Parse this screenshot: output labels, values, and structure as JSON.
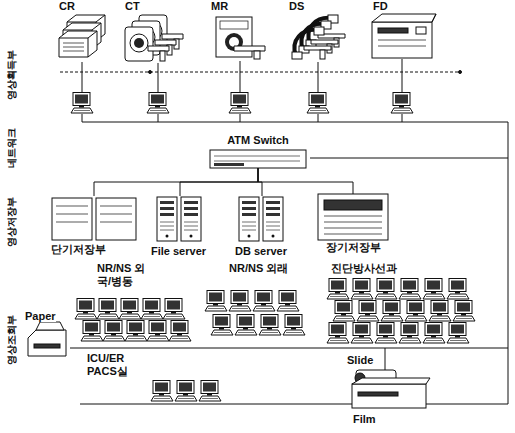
{
  "diagram": {
    "nodes": [
      {
        "text": [
          "CR"
        ]
      },
      {
        "text": [
          "CT"
        ]
      },
      {
        "text": [
          "MR"
        ]
      },
      {
        "text": [
          "DS"
        ]
      },
      {
        "text": [
          "FD"
        ]
      },
      {
        "text": [
          "ATM Switch"
        ]
      },
      {
        "text": [
          "단기저장부"
        ]
      },
      {
        "text": [
          "File server"
        ]
      },
      {
        "text": [
          "DB server"
        ]
      },
      {
        "text": [
          "장기저장부"
        ]
      },
      {
        "text": [
          "NR/NS 외국/병동"
        ]
      },
      {
        "text": [
          "NR/NS 외래"
        ]
      },
      {
        "text": [
          "진단방사선과"
        ]
      },
      {
        "text": [
          "Paper"
        ]
      },
      {
        "text": [
          "ICU/ER PACS실"
        ]
      },
      {
        "text": [
          "Slide"
        ]
      },
      {
        "text": [
          "Film"
        ]
      }
    ],
    "edges": [
      {
        "from": 5,
        "to": 6,
        "arrow": "none"
      },
      {
        "from": 5,
        "to": 7,
        "arrow": "none"
      },
      {
        "from": 5,
        "to": 8,
        "arrow": "none"
      },
      {
        "from": 5,
        "to": 9,
        "arrow": "none"
      }
    ],
    "labels": [
      "영상획득부",
      "네트워크",
      "영상저장부",
      "영상조회부"
    ]
  }
}
